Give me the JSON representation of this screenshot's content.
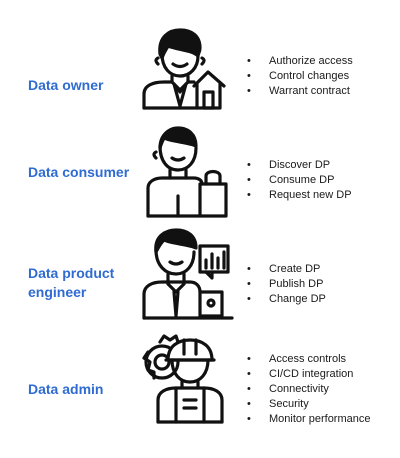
{
  "bullet_glyph": "•",
  "accent_color": "#2f6bd1",
  "roles": [
    {
      "title": "Data owner",
      "icon": "person-with-house-icon",
      "items": [
        "Authorize access",
        "Control changes",
        "Warrant contract"
      ]
    },
    {
      "title": "Data consumer",
      "icon": "person-with-shopping-bag-icon",
      "items": [
        "Discover DP",
        "Consume DP",
        "Request new DP"
      ]
    },
    {
      "title": "Data product engineer",
      "icon": "person-with-laptop-and-chart-icon",
      "items": [
        "Create DP",
        "Publish DP",
        "Change DP"
      ]
    },
    {
      "title": "Data admin",
      "icon": "worker-with-hardhat-and-gear-icon",
      "items": [
        "Access controls",
        "CI/CD integration",
        "Connectivity",
        "Security",
        "Monitor performance"
      ]
    }
  ]
}
